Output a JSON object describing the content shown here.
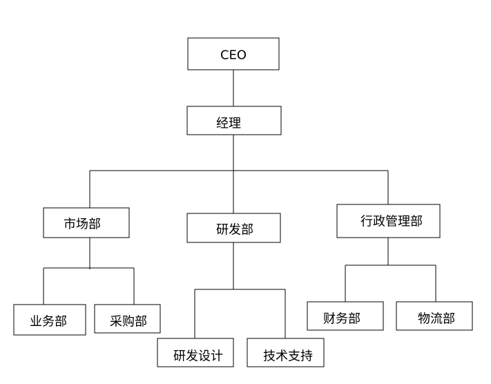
{
  "org_chart": {
    "ceo": "CEO",
    "manager": "经理",
    "marketing": "市场部",
    "rnd": "研发部",
    "admin": "行政管理部",
    "sales": "业务部",
    "purchasing": "采购部",
    "rnd_design": "研发设计",
    "tech_support": "技术支持",
    "finance": "财务部",
    "logistics": "物流部"
  }
}
